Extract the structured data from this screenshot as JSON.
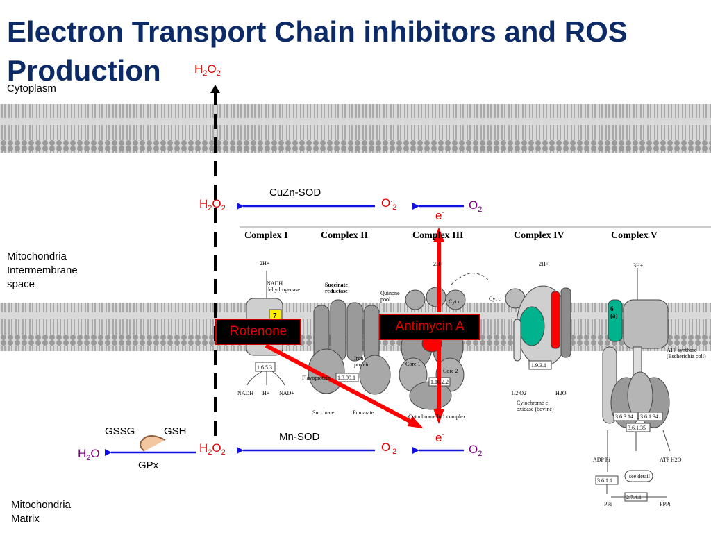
{
  "title": "Electron Transport Chain inhibitors and ROS Production",
  "regions": {
    "cytoplasm": "Cytoplasm",
    "intermembrane": [
      "Mitochondria",
      "Intermembrane",
      "space"
    ],
    "matrix": [
      "Mitochondria",
      "Matrix"
    ]
  },
  "species": {
    "h2o2_base": "H",
    "h2o2_mid": "O",
    "sub2": "2",
    "o2_base": "O",
    "superoxide_dot": ".",
    "electron": "e",
    "minus": "-",
    "h2o_base": "H",
    "h2o_tail": "O",
    "gssg": "GSSG",
    "gsh": "GSH"
  },
  "enzymes": {
    "cuzn_sod": "CuZn-SOD",
    "mn_sod": "Mn-SOD",
    "gpx": "GPx"
  },
  "inhibitors": {
    "rotenone": "Rotenone",
    "antimycin": "Antimycin A"
  },
  "complexes": {
    "c1": "Complex I",
    "c2": "Complex II",
    "c3": "Complex III",
    "c4": "Complex IV",
    "c5": "Complex V"
  },
  "kegg": {
    "h2": "2H+",
    "h3": "3H+",
    "nadh_dh": "NADH dehydrogenase",
    "succ_red": "Succinate reductase",
    "quinone": "Quinone pool",
    "cytc": "Cyt c",
    "ec1": "1.6.5.3",
    "ec2": "1.3.99.1",
    "ec3": "1.10.2.2",
    "ec4": "1.9.3.1",
    "ec5a": "3.6.3.14",
    "ec5b": "3.6.1.34",
    "ec5c": "3.6.1.35",
    "ec6": "3.6.1.1",
    "ec7": "2.7.4.1",
    "nadh": "NADH",
    "hplus": "H+",
    "nadplus": "NAD+",
    "succinate": "Succinate",
    "fumarate": "Fumarate",
    "cyt_complex": "Cytochrome bc1 complex",
    "cox": "Cytochrome c oxidase (bovine)",
    "atp_synth": "ATP synthase (Escherichia coli)",
    "half_o2": "1/2 O2",
    "h2o": "H2O",
    "adp": "ADP Pi",
    "atp": "ATP H2O",
    "ppi": "PPi",
    "pppi": "PPPi",
    "see_detail": "see detail",
    "flavo": "Flavoprotein",
    "iron": "Iron protein",
    "core1": "Core 1",
    "core2": "Core 2",
    "sub7": "7",
    "sub6a": "6 (a)"
  },
  "colors": {
    "title": "#0b2a66",
    "membrane": "#b7b7b7",
    "arrow_blue": "#1010e0",
    "arrow_red": "#ff0000",
    "complex_gray": "#8c8c8c",
    "accent_teal": "#00b38f",
    "accent_yellow": "#ffee00"
  }
}
